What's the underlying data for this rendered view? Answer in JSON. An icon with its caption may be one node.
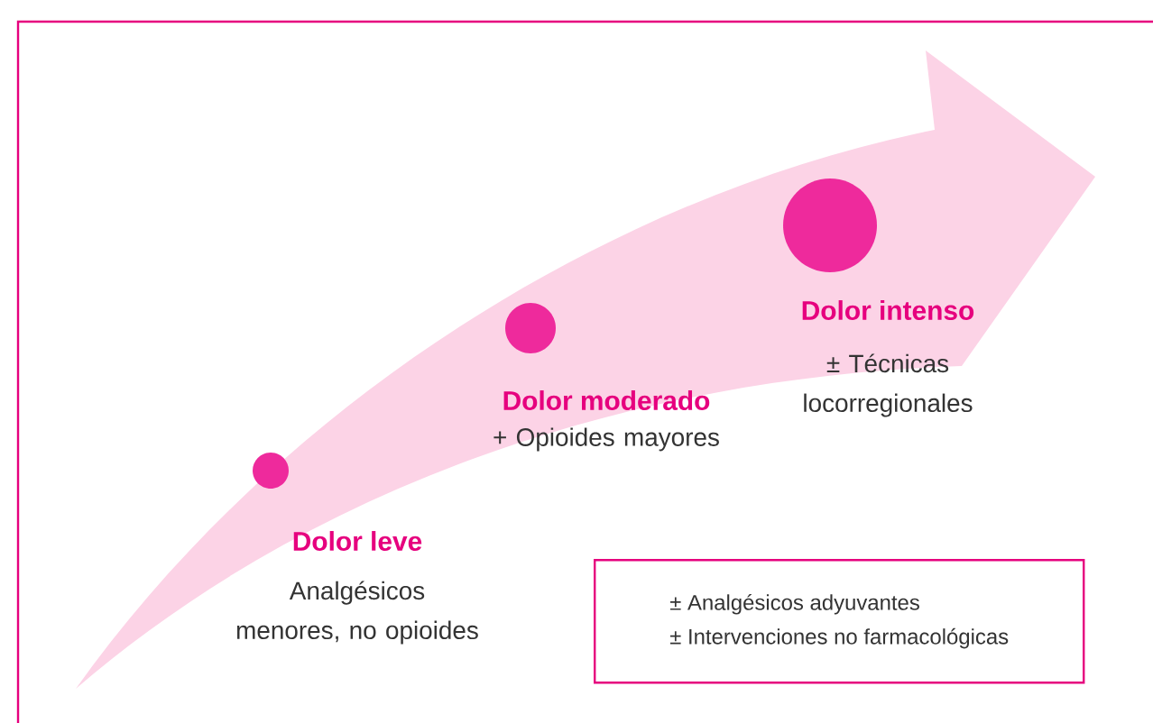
{
  "diagram": {
    "nodes": [
      {
        "text": [],
        "shape": "circle",
        "beside": [
          "Dolor leve",
          "Analgésicos menores, no opioides"
        ]
      },
      {
        "text": [],
        "shape": "circle",
        "beside": [
          "Dolor moderado",
          "+ Opioides mayores"
        ]
      },
      {
        "text": [],
        "shape": "circle",
        "beside": [
          "Dolor intenso",
          "± Técnicas locorregionales"
        ]
      },
      {
        "text": [
          "± Analgésicos adyuvantes",
          "± Intervenciones no farmacológicas"
        ]
      }
    ],
    "edges": []
  }
}
